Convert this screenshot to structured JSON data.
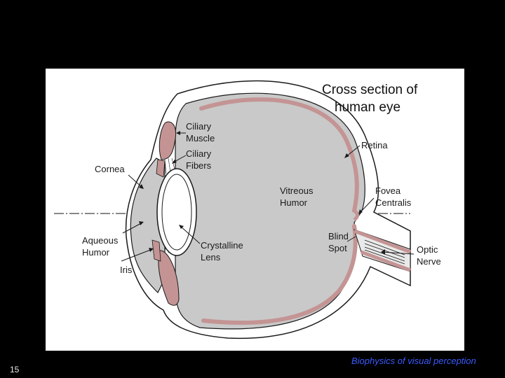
{
  "title_line1": "Cross section of",
  "title_line2": "human eye",
  "labels": {
    "ciliary_muscle": [
      "Ciliary",
      "Muscle"
    ],
    "ciliary_fibers": [
      "Ciliary",
      "Fibers"
    ],
    "cornea": "Cornea",
    "retina": "Retina",
    "vitreous_humor": [
      "Vitreous",
      "Humor"
    ],
    "fovea_centralis": [
      "Fovea",
      "Centralis"
    ],
    "aqueous_humor": [
      "Aqueous",
      "Humor"
    ],
    "crystalline_lens": [
      "Crystalline",
      "Lens"
    ],
    "blind_spot": [
      "Blind",
      "Spot"
    ],
    "optic_nerve": [
      "Optic",
      "Nerve"
    ],
    "iris": "Iris"
  },
  "slide_number": "15",
  "footer_text": "Biophysics of visual perception",
  "colors": {
    "background": "#000000",
    "panel": "#ffffff",
    "eye_fill": "#c9c9c9",
    "retina_tissue": "#c49494",
    "footer_text": "#3b5bff"
  }
}
